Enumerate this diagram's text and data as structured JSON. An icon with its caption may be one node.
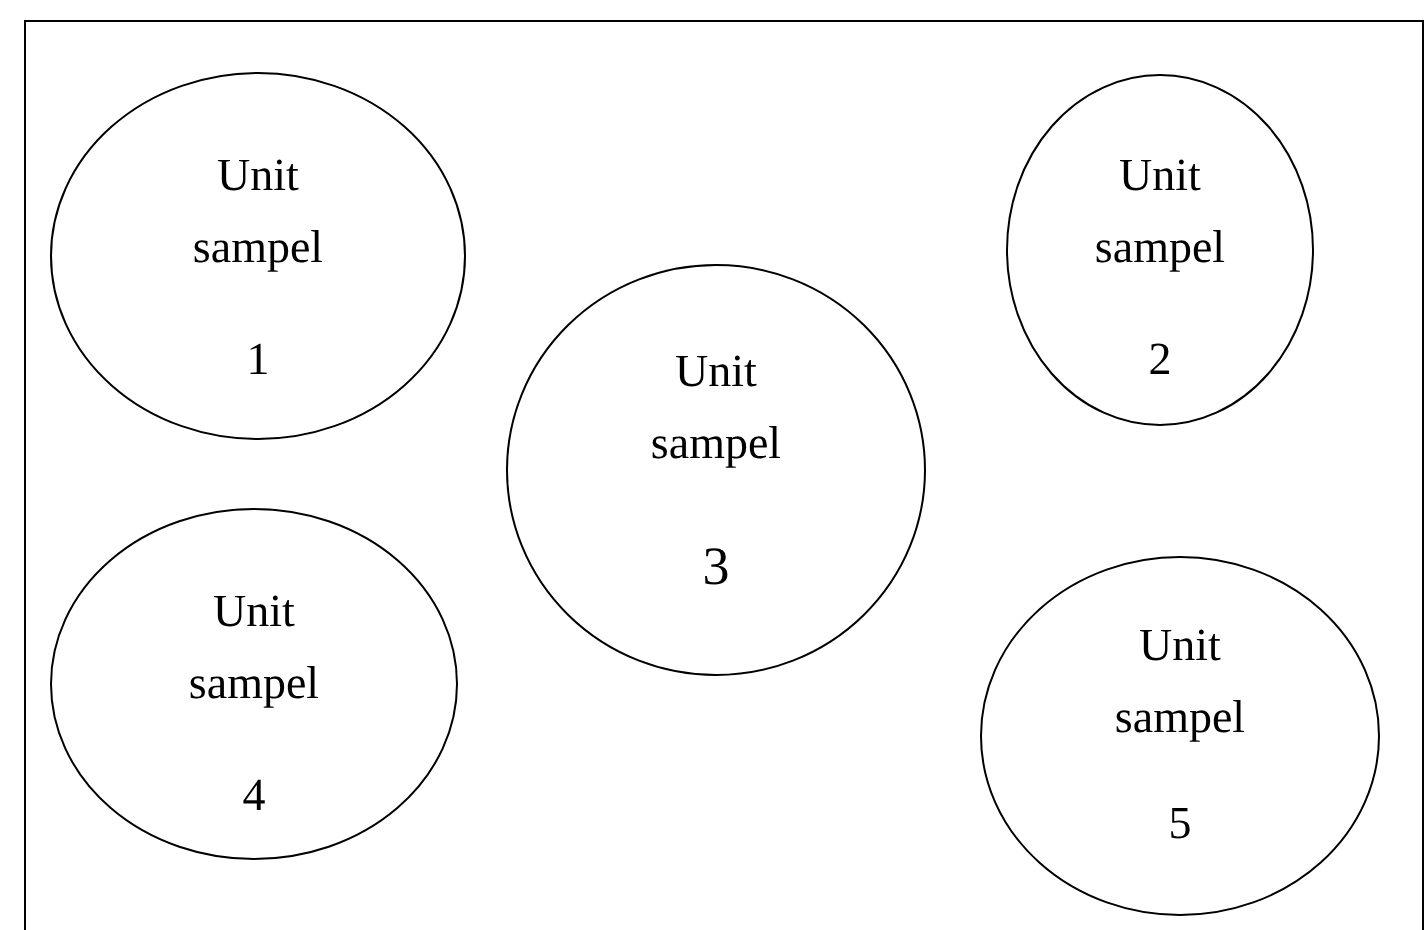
{
  "diagram": {
    "nodes": [
      {
        "text": [
          "Unit sampel",
          "1"
        ]
      },
      {
        "text": [
          "Unit sampel",
          "2"
        ]
      },
      {
        "text": [
          "Unit sampel",
          "3"
        ]
      },
      {
        "text": [
          "Unit sampel",
          "4"
        ]
      },
      {
        "text": [
          "Unit sampel",
          "5"
        ]
      }
    ]
  }
}
